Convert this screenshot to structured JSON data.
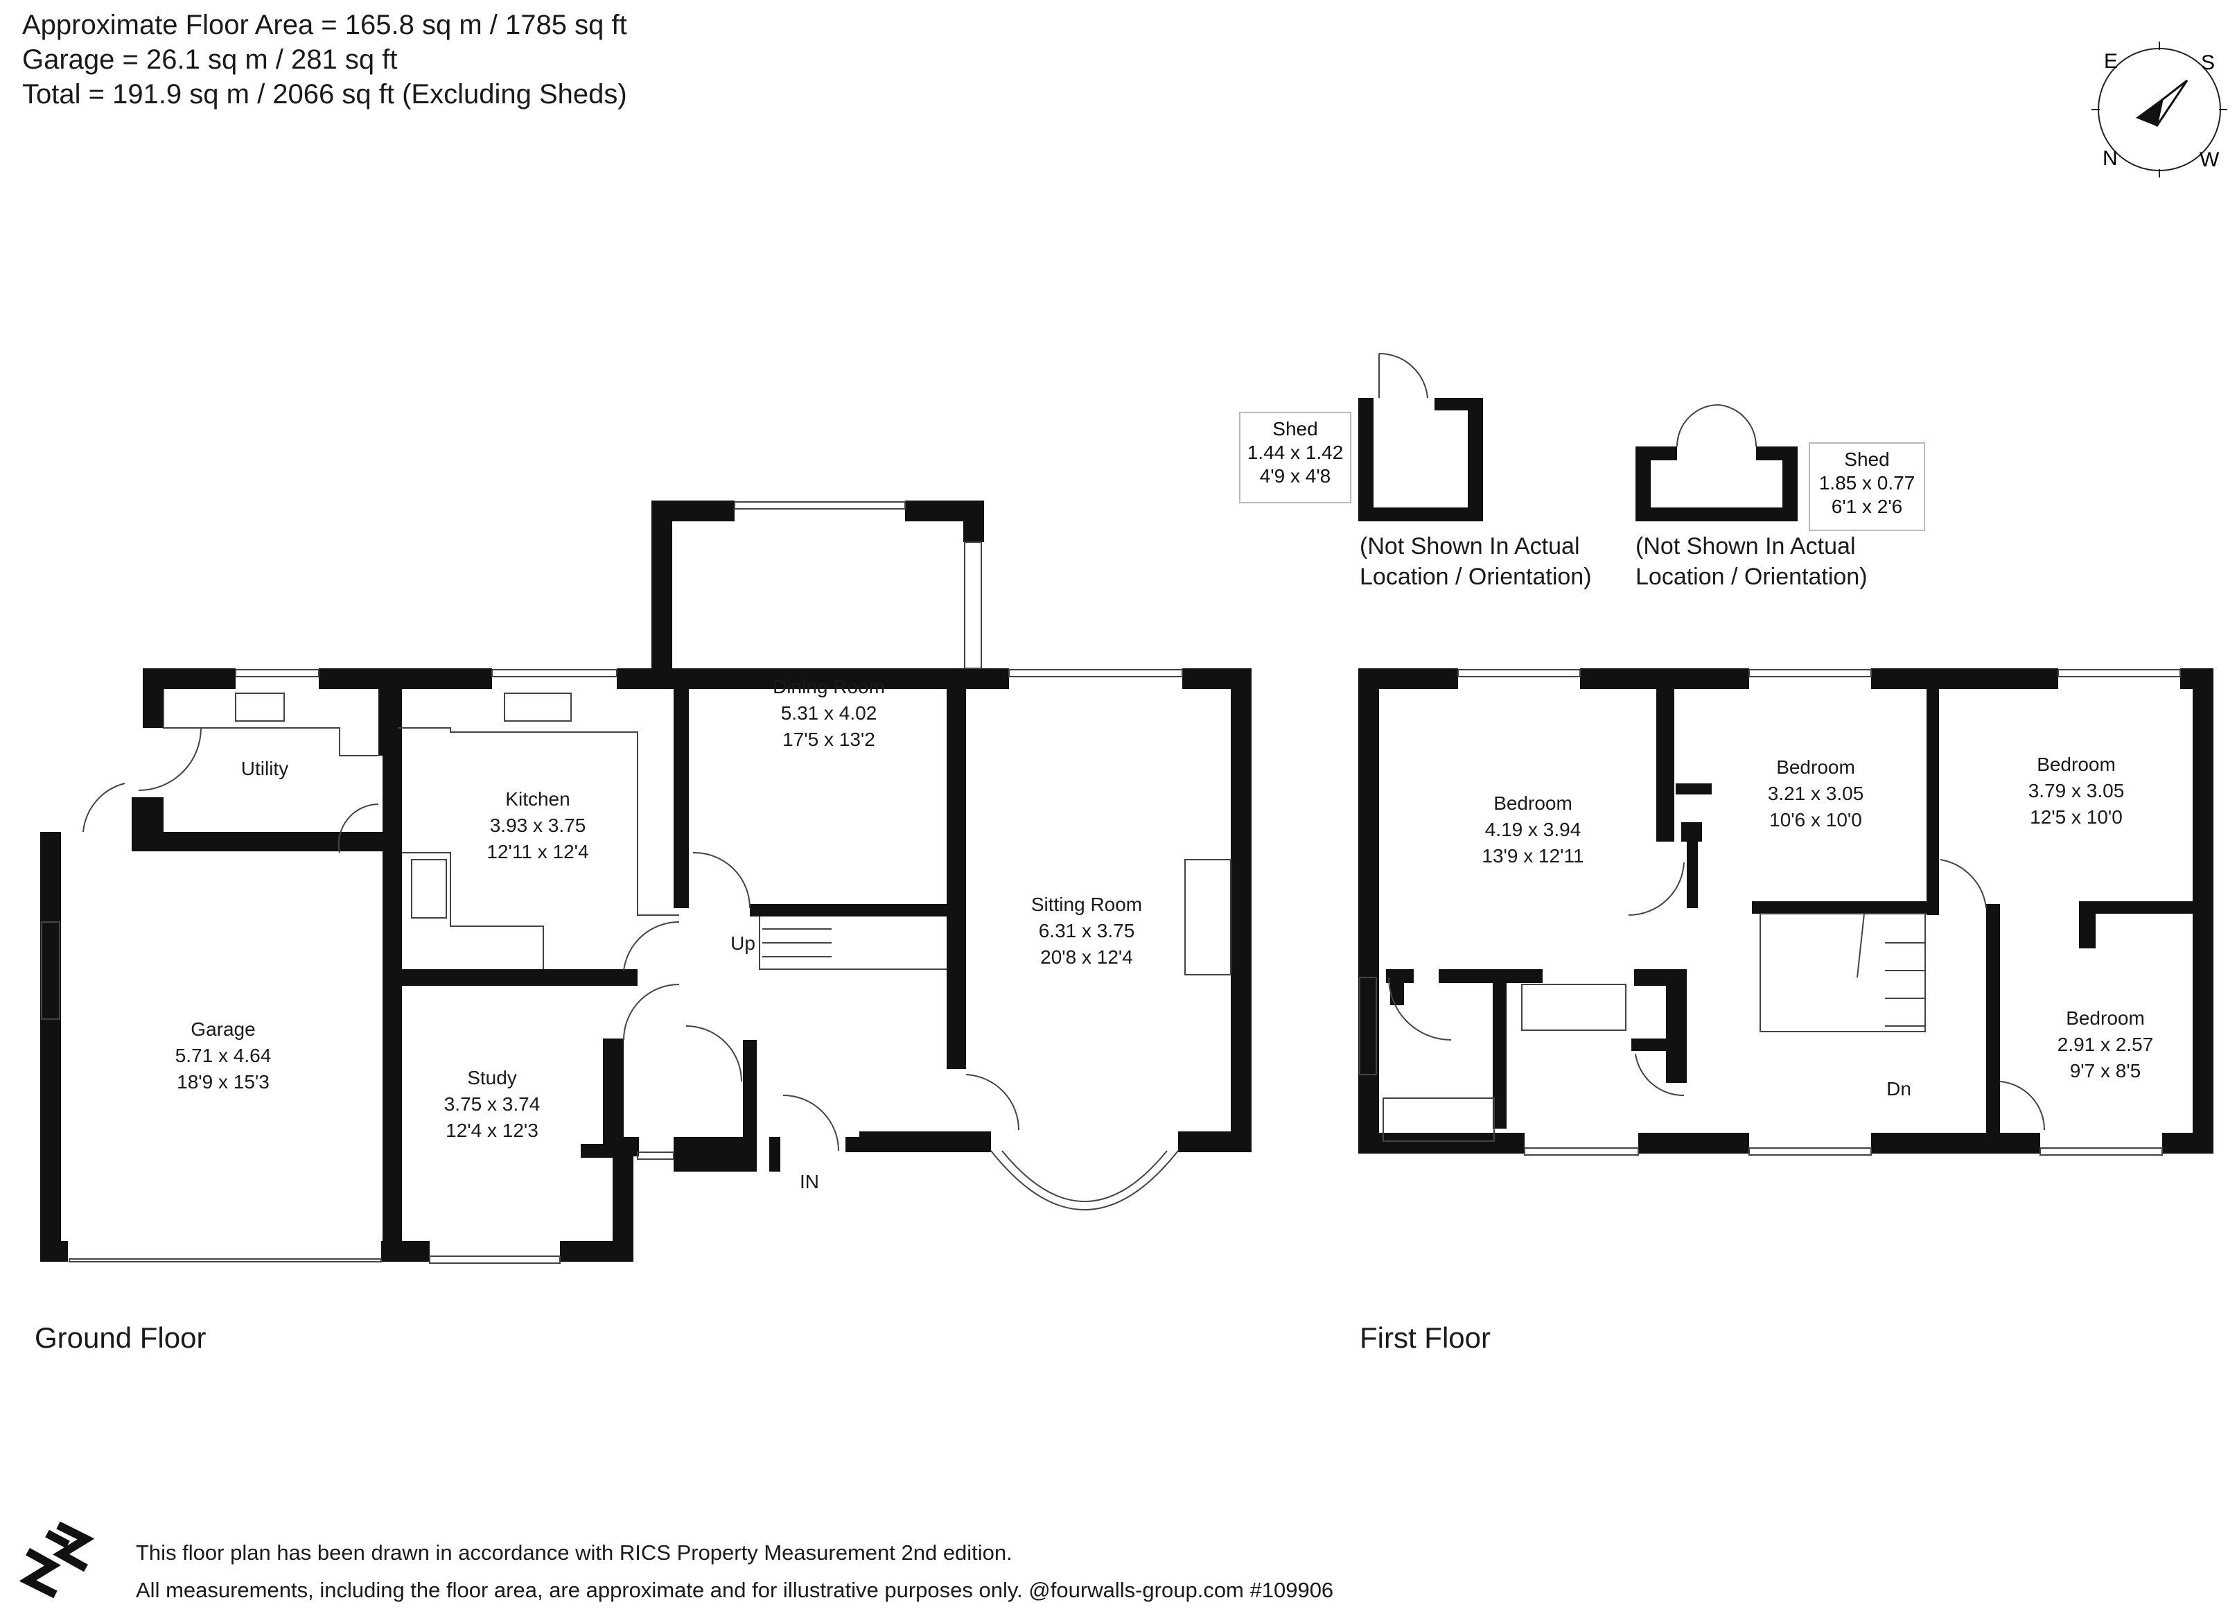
{
  "header": {
    "line1": "Approximate Floor Area = 165.8 sq m / 1785 sq ft",
    "line2": "Garage = 26.1 sq m / 281 sq ft",
    "line3": "Total = 191.9 sq m / 2066 sq ft (Excluding Sheds)"
  },
  "compass": {
    "e": "E",
    "s": "S",
    "n": "N",
    "w": "W"
  },
  "floors": {
    "ground": "Ground Floor",
    "first": "First Floor"
  },
  "rooms": {
    "dining": {
      "name": "Dining Room",
      "m": "5.31 x 4.02",
      "ft": "17'5 x 13'2"
    },
    "utility": {
      "name": "Utility"
    },
    "kitchen": {
      "name": "Kitchen",
      "m": "3.93 x 3.75",
      "ft": "12'11 x 12'4"
    },
    "sitting": {
      "name": "Sitting Room",
      "m": "6.31 x 3.75",
      "ft": "20'8 x 12'4"
    },
    "garage": {
      "name": "Garage",
      "m": "5.71 x 4.64",
      "ft": "18'9 x 15'3"
    },
    "study": {
      "name": "Study",
      "m": "3.75 x 3.74",
      "ft": "12'4 x 12'3"
    },
    "bed1": {
      "name": "Bedroom",
      "m": "4.19 x 3.94",
      "ft": "13'9 x 12'11"
    },
    "bed2": {
      "name": "Bedroom",
      "m": "3.21 x 3.05",
      "ft": "10'6 x 10'0"
    },
    "bed3": {
      "name": "Bedroom",
      "m": "3.79 x 3.05",
      "ft": "12'5 x 10'0"
    },
    "bed4": {
      "name": "Bedroom",
      "m": "2.91 x 2.57",
      "ft": "9'7 x 8'5"
    }
  },
  "labels": {
    "up": "Up",
    "dn": "Dn",
    "in": "IN"
  },
  "sheds": {
    "shed1": {
      "name": "Shed",
      "m": "1.44 x 1.42",
      "ft": "4'9 x 4'8",
      "note1": "(Not Shown In Actual",
      "note2": "Location / Orientation)"
    },
    "shed2": {
      "name": "Shed",
      "m": "1.85 x 0.77",
      "ft": "6'1 x 2'6",
      "note1": "(Not Shown In Actual",
      "note2": "Location / Orientation)"
    }
  },
  "footer": {
    "line1": "This floor plan has been drawn in accordance with RICS Property Measurement 2nd edition.",
    "line2": "All measurements, including the floor area, are approximate and for illustrative purposes only. @fourwalls-group.com #109906"
  }
}
